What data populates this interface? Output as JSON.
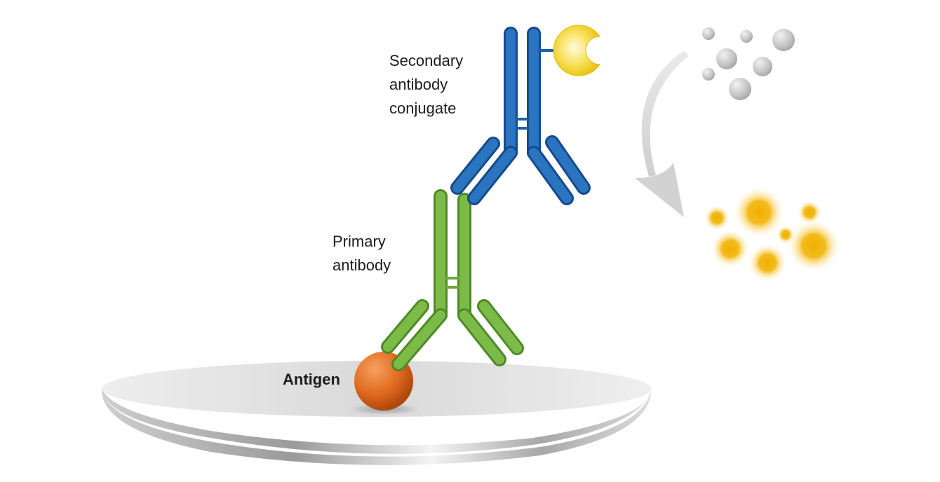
{
  "labels": {
    "secondary": [
      "Secondary",
      "antibody",
      "conjugate"
    ],
    "primary": [
      "Primary",
      "antibody"
    ],
    "antigen": "Antigen"
  },
  "colors": {
    "secondary_antibody": "#1e5fa8",
    "primary_antibody": "#6aaa3a",
    "antigen": "#e06a1e",
    "enzyme": "#f2d21a",
    "substrate": "#bdbdbd",
    "product": "#f0b21a",
    "surface": "#d6d6d6",
    "arrow": "#c8c8c8"
  },
  "icons": {
    "enzyme": "pacman-enzyme-icon",
    "arrow": "curved-arrow-icon"
  }
}
